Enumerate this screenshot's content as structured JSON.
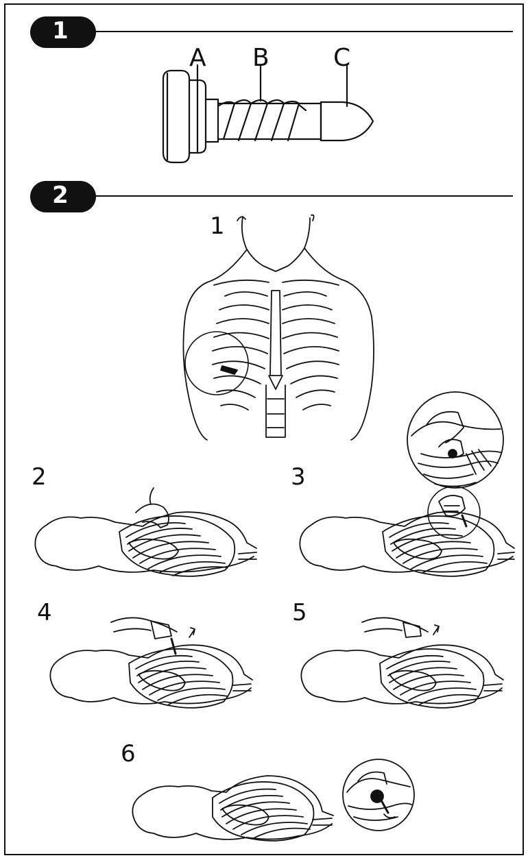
{
  "sections": [
    {
      "number": "1"
    },
    {
      "number": "2"
    }
  ],
  "part_labels": [
    "A",
    "B",
    "C"
  ],
  "step_labels": [
    "1",
    "2",
    "3",
    "4",
    "5",
    "6"
  ],
  "icons": {
    "screw": "screw-illustration",
    "torso": "torso-ribcage-illustration",
    "detail": "magnified-detail-illustration",
    "patient": "patient-lying-illustration"
  }
}
